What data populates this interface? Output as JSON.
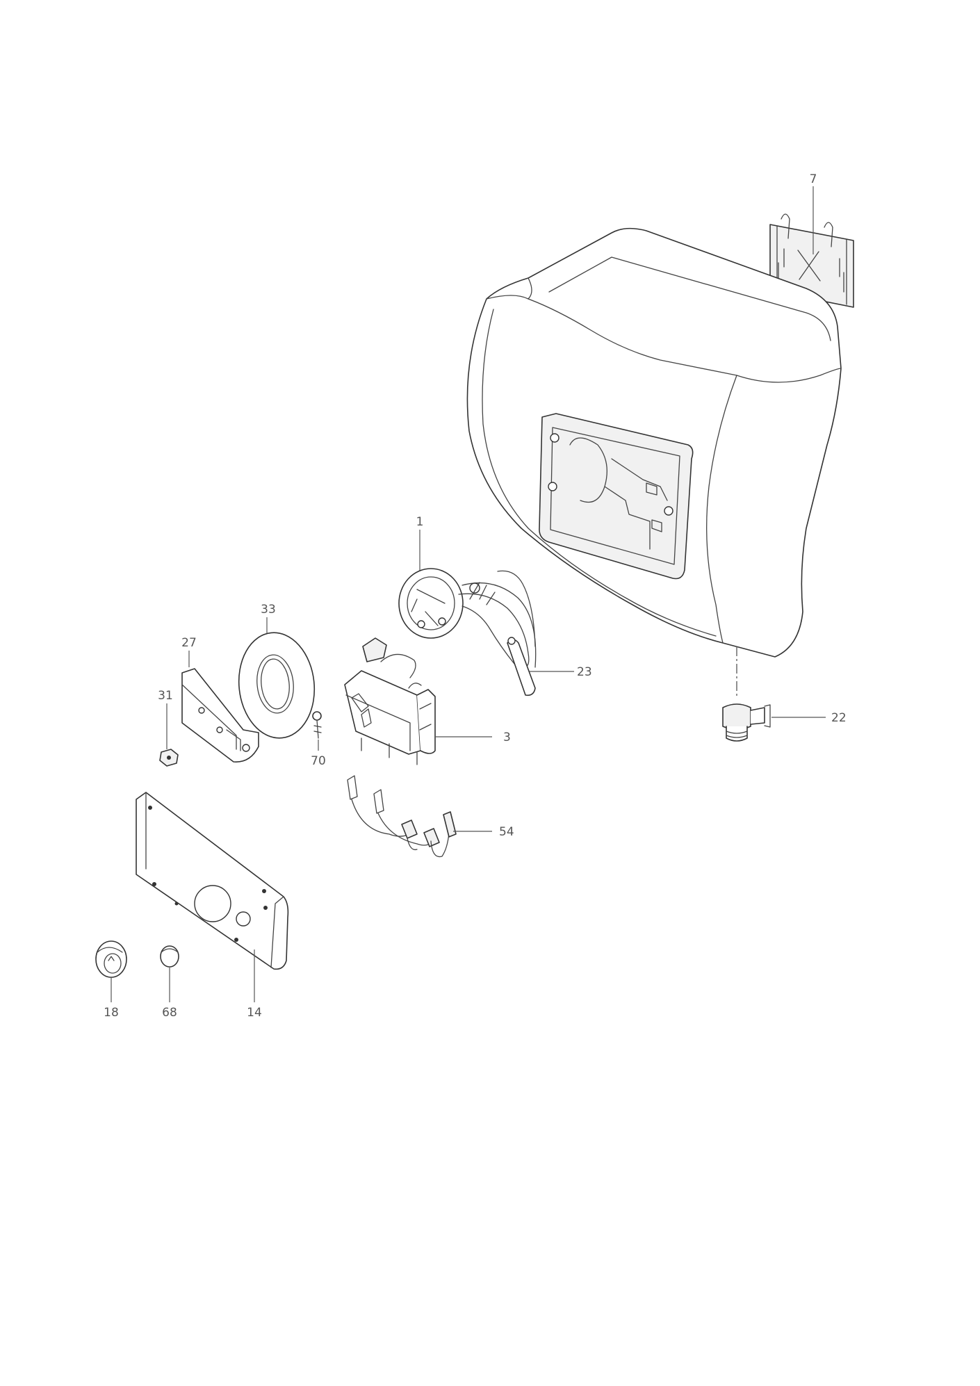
{
  "diagram": {
    "callouts": [
      {
        "id": "c7",
        "label": "7",
        "part": "wall-bracket"
      },
      {
        "id": "c1",
        "label": "1",
        "part": "heating-element-flange"
      },
      {
        "id": "c33",
        "label": "33",
        "part": "flange-gasket"
      },
      {
        "id": "c27",
        "label": "27",
        "part": "flange-clamp"
      },
      {
        "id": "c31",
        "label": "31",
        "part": "nut"
      },
      {
        "id": "c70",
        "label": "70",
        "part": "screw"
      },
      {
        "id": "c23",
        "label": "23",
        "part": "anode-rod"
      },
      {
        "id": "c3",
        "label": "3",
        "part": "thermostat"
      },
      {
        "id": "c22",
        "label": "22",
        "part": "safety-valve"
      },
      {
        "id": "c54",
        "label": "54",
        "part": "wiring-harness"
      },
      {
        "id": "c14",
        "label": "14",
        "part": "cover-plate"
      },
      {
        "id": "c18",
        "label": "18",
        "part": "control-knob"
      },
      {
        "id": "c68",
        "label": "68",
        "part": "indicator-lamp"
      }
    ]
  }
}
